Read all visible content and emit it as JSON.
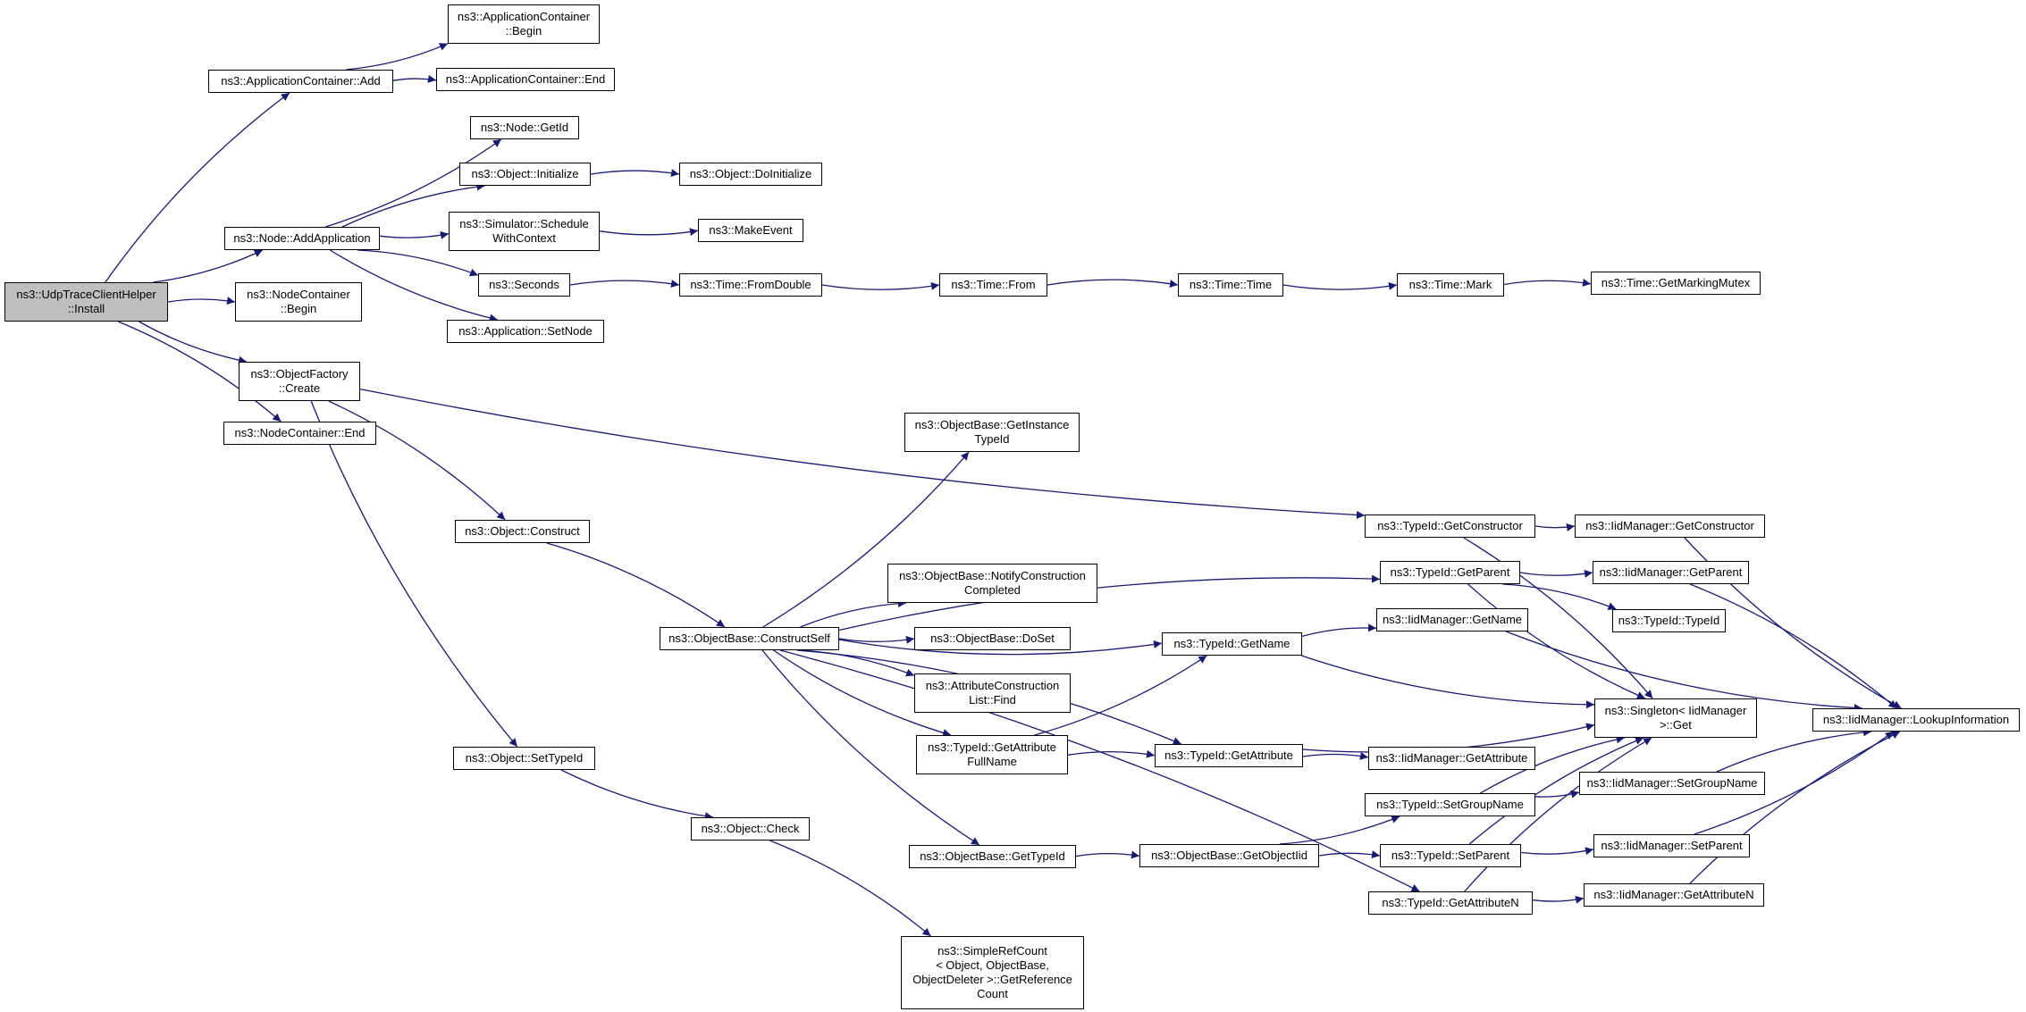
{
  "graph": {
    "edge_color": "#191970",
    "root_fill": "#bfbfbf",
    "nodes": [
      {
        "id": "install",
        "label": "ns3::UdpTraceClientHelper\n::Install",
        "root": true
      },
      {
        "id": "appcont_add",
        "label": "ns3::ApplicationContainer::Add"
      },
      {
        "id": "appcont_begin",
        "label": "ns3::ApplicationContainer\n::Begin"
      },
      {
        "id": "appcont_end",
        "label": "ns3::ApplicationContainer::End"
      },
      {
        "id": "node_getid",
        "label": "ns3::Node::GetId"
      },
      {
        "id": "obj_initialize",
        "label": "ns3::Object::Initialize"
      },
      {
        "id": "obj_doinitialize",
        "label": "ns3::Object::DoInitialize"
      },
      {
        "id": "node_addapp",
        "label": "ns3::Node::AddApplication"
      },
      {
        "id": "sim_schedule",
        "label": "ns3::Simulator::Schedule\nWithContext"
      },
      {
        "id": "makeevent",
        "label": "ns3::MakeEvent"
      },
      {
        "id": "seconds",
        "label": "ns3::Seconds"
      },
      {
        "id": "time_fromdouble",
        "label": "ns3::Time::FromDouble"
      },
      {
        "id": "time_from",
        "label": "ns3::Time::From"
      },
      {
        "id": "time_time",
        "label": "ns3::Time::Time"
      },
      {
        "id": "time_mark",
        "label": "ns3::Time::Mark"
      },
      {
        "id": "time_getmutex",
        "label": "ns3::Time::GetMarkingMutex"
      },
      {
        "id": "nodecont_begin",
        "label": "ns3::NodeContainer\n::Begin"
      },
      {
        "id": "app_setnode",
        "label": "ns3::Application::SetNode"
      },
      {
        "id": "objfactory_create",
        "label": "ns3::ObjectFactory\n::Create"
      },
      {
        "id": "nodecont_end",
        "label": "ns3::NodeContainer::End"
      },
      {
        "id": "objbase_getinstance",
        "label": "ns3::ObjectBase::GetInstance\nTypeId"
      },
      {
        "id": "obj_construct",
        "label": "ns3::Object::Construct"
      },
      {
        "id": "typeid_getconstructor",
        "label": "ns3::TypeId::GetConstructor"
      },
      {
        "id": "iid_getconstructor",
        "label": "ns3::IidManager::GetConstructor"
      },
      {
        "id": "typeid_getparent",
        "label": "ns3::TypeId::GetParent"
      },
      {
        "id": "iid_getparent",
        "label": "ns3::IidManager::GetParent"
      },
      {
        "id": "objbase_notify",
        "label": "ns3::ObjectBase::NotifyConstruction\nCompleted"
      },
      {
        "id": "typeid_typeid",
        "label": "ns3::TypeId::TypeId"
      },
      {
        "id": "iid_getname",
        "label": "ns3::IidManager::GetName"
      },
      {
        "id": "objbase_constructself",
        "label": "ns3::ObjectBase::ConstructSelf"
      },
      {
        "id": "objbase_doset",
        "label": "ns3::ObjectBase::DoSet"
      },
      {
        "id": "typeid_getname",
        "label": "ns3::TypeId::GetName"
      },
      {
        "id": "attr_find",
        "label": "ns3::AttributeConstruction\nList::Find"
      },
      {
        "id": "singleton_get",
        "label": "ns3::Singleton< IidManager\n>::Get"
      },
      {
        "id": "iid_lookup",
        "label": "ns3::IidManager::LookupInformation"
      },
      {
        "id": "typeid_getattrfull",
        "label": "ns3::TypeId::GetAttribute\nFullName"
      },
      {
        "id": "typeid_getattr",
        "label": "ns3::TypeId::GetAttribute"
      },
      {
        "id": "iid_getattr",
        "label": "ns3::IidManager::GetAttribute"
      },
      {
        "id": "obj_settypeid",
        "label": "ns3::Object::SetTypeId"
      },
      {
        "id": "iid_setgroupname",
        "label": "ns3::IidManager::SetGroupName"
      },
      {
        "id": "typeid_setgroupname",
        "label": "ns3::TypeId::SetGroupName"
      },
      {
        "id": "obj_check",
        "label": "ns3::Object::Check"
      },
      {
        "id": "iid_setparent",
        "label": "ns3::IidManager::SetParent"
      },
      {
        "id": "objbase_gettypeid",
        "label": "ns3::ObjectBase::GetTypeId"
      },
      {
        "id": "objbase_getobjectiid",
        "label": "ns3::ObjectBase::GetObjectIid"
      },
      {
        "id": "typeid_setparent",
        "label": "ns3::TypeId::SetParent"
      },
      {
        "id": "typeid_getattrn",
        "label": "ns3::TypeId::GetAttributeN"
      },
      {
        "id": "iid_getattrn",
        "label": "ns3::IidManager::GetAttributeN"
      },
      {
        "id": "simplerefcount",
        "label": "ns3::SimpleRefCount\n< Object, ObjectBase,\nObjectDeleter >::GetReference\nCount"
      }
    ],
    "edges": [
      [
        "install",
        "appcont_add"
      ],
      [
        "install",
        "node_addapp"
      ],
      [
        "install",
        "nodecont_begin"
      ],
      [
        "install",
        "objfactory_create"
      ],
      [
        "install",
        "nodecont_end"
      ],
      [
        "appcont_add",
        "appcont_begin"
      ],
      [
        "appcont_add",
        "appcont_end"
      ],
      [
        "node_addapp",
        "node_getid"
      ],
      [
        "node_addapp",
        "obj_initialize"
      ],
      [
        "node_addapp",
        "sim_schedule"
      ],
      [
        "node_addapp",
        "seconds"
      ],
      [
        "node_addapp",
        "app_setnode"
      ],
      [
        "obj_initialize",
        "obj_doinitialize"
      ],
      [
        "sim_schedule",
        "makeevent"
      ],
      [
        "seconds",
        "time_fromdouble"
      ],
      [
        "time_fromdouble",
        "time_from"
      ],
      [
        "time_from",
        "time_time"
      ],
      [
        "time_time",
        "time_mark"
      ],
      [
        "time_mark",
        "time_getmutex"
      ],
      [
        "objfactory_create",
        "typeid_getconstructor"
      ],
      [
        "objfactory_create",
        "obj_construct"
      ],
      [
        "objfactory_create",
        "obj_settypeid"
      ],
      [
        "obj_construct",
        "objbase_constructself"
      ],
      [
        "obj_settypeid",
        "obj_check"
      ],
      [
        "obj_check",
        "simplerefcount"
      ],
      [
        "objbase_constructself",
        "objbase_getinstance"
      ],
      [
        "objbase_constructself",
        "typeid_getparent"
      ],
      [
        "objbase_constructself",
        "typeid_getname"
      ],
      [
        "objbase_constructself",
        "objbase_notify"
      ],
      [
        "objbase_constructself",
        "objbase_doset"
      ],
      [
        "objbase_constructself",
        "attr_find"
      ],
      [
        "objbase_constructself",
        "typeid_getattrfull"
      ],
      [
        "objbase_constructself",
        "typeid_getattr"
      ],
      [
        "objbase_constructself",
        "objbase_gettypeid"
      ],
      [
        "objbase_constructself",
        "typeid_getattrn"
      ],
      [
        "typeid_getattrfull",
        "typeid_getname"
      ],
      [
        "typeid_getattrfull",
        "typeid_getattr"
      ],
      [
        "typeid_getconstructor",
        "iid_getconstructor"
      ],
      [
        "typeid_getconstructor",
        "singleton_get"
      ],
      [
        "typeid_getparent",
        "iid_getparent"
      ],
      [
        "typeid_getparent",
        "typeid_typeid"
      ],
      [
        "typeid_getparent",
        "singleton_get"
      ],
      [
        "typeid_getname",
        "iid_getname"
      ],
      [
        "typeid_getname",
        "singleton_get"
      ],
      [
        "typeid_getattr",
        "iid_getattr"
      ],
      [
        "typeid_getattr",
        "singleton_get"
      ],
      [
        "objbase_gettypeid",
        "objbase_getobjectiid"
      ],
      [
        "objbase_getobjectiid",
        "typeid_setgroupname"
      ],
      [
        "objbase_getobjectiid",
        "typeid_setparent"
      ],
      [
        "typeid_setgroupname",
        "iid_setgroupname"
      ],
      [
        "typeid_setgroupname",
        "singleton_get"
      ],
      [
        "typeid_setparent",
        "iid_setparent"
      ],
      [
        "typeid_setparent",
        "singleton_get"
      ],
      [
        "typeid_getattrn",
        "iid_getattrn"
      ],
      [
        "typeid_getattrn",
        "singleton_get"
      ],
      [
        "iid_getconstructor",
        "iid_lookup"
      ],
      [
        "iid_getparent",
        "iid_lookup"
      ],
      [
        "iid_getname",
        "iid_lookup"
      ],
      [
        "iid_setgroupname",
        "iid_lookup"
      ],
      [
        "iid_setparent",
        "iid_lookup"
      ],
      [
        "iid_getattrn",
        "iid_lookup"
      ]
    ]
  }
}
